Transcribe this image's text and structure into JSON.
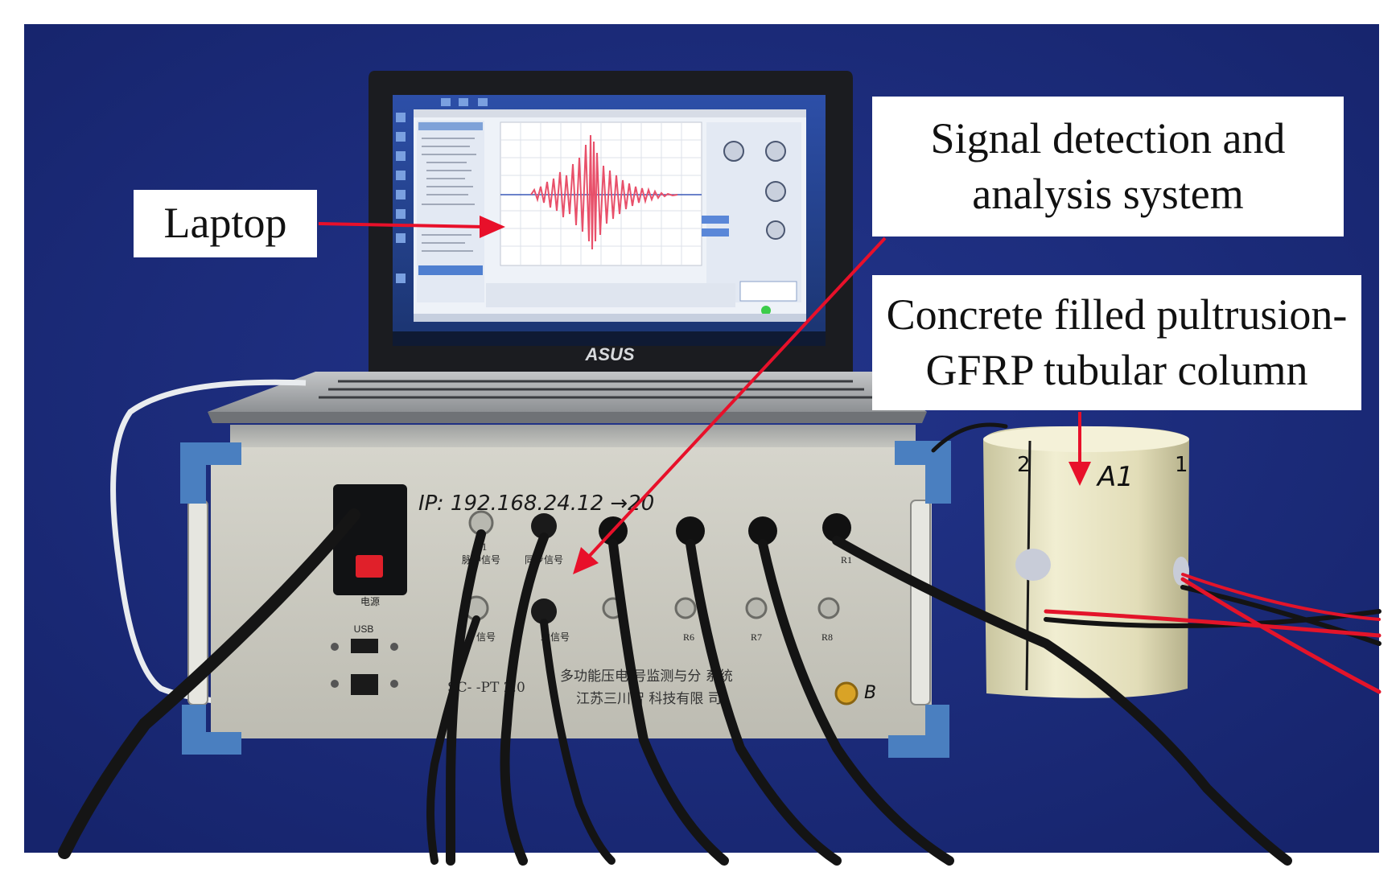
{
  "annotations": {
    "laptop": "Laptop",
    "signal_line1": "Signal detection and",
    "signal_line2": "analysis system",
    "column_line1": "Concrete filled pultrusion-",
    "column_line2": "GFRP tubular column"
  },
  "device_panel": {
    "ip_handwritten": "IP: 192.168.24.12 →20",
    "model": "SC-    -PT   2.0",
    "title_cn": "多功能压电    号监测与分    系统",
    "maker_cn": "江苏三川智    科技有限    司",
    "port_t1": "T1",
    "port_t1_cn": "脉冲信号",
    "port_sync_cn": "同步信号",
    "power_cn": "电源",
    "usb": "USB",
    "port_r6": "R6",
    "port_r7": "R7",
    "port_r8": "R8",
    "port_r1": "R1",
    "recv_cn_1": "信号",
    "recv_cn_2": "发信号",
    "bnc_b": "B"
  },
  "laptop_brand": "ASUS",
  "specimen_marks": {
    "mark_2": "2",
    "mark_a1": "A1",
    "mark_1": "1"
  },
  "colors": {
    "background": "#1a2a7a",
    "arrow": "#e8102a",
    "label_bg": "#ffffff"
  }
}
